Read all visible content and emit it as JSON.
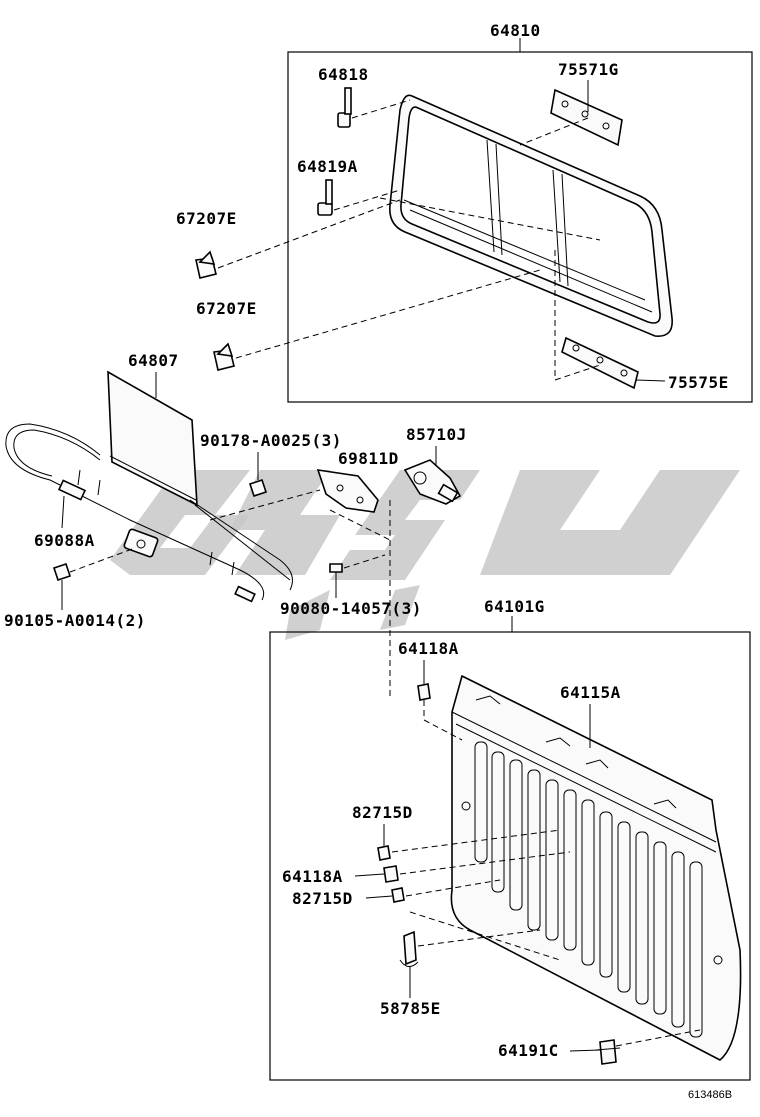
{
  "diagram": {
    "labels": {
      "p64810": "64810",
      "p64818": "64818",
      "p75571G": "75571G",
      "p64819A": "64819A",
      "p67207E_1": "67207E",
      "p67207E_2": "67207E",
      "p64807": "64807",
      "p75575E": "75575E",
      "p90178": "90178-A0025(3)",
      "p85710J": "85710J",
      "p69811D": "69811D",
      "p69088A": "69088A",
      "p90105": "90105-A0014(2)",
      "p90080": "90080-14057(3)",
      "p64101G": "64101G",
      "p64118A_1": "64118A",
      "p64115A": "64115A",
      "p82715D_1": "82715D",
      "p64118A_2": "64118A",
      "p82715D_2": "82715D",
      "p58785E": "58785E",
      "p64191C": "64191C"
    },
    "figure_ref": "613486B"
  }
}
